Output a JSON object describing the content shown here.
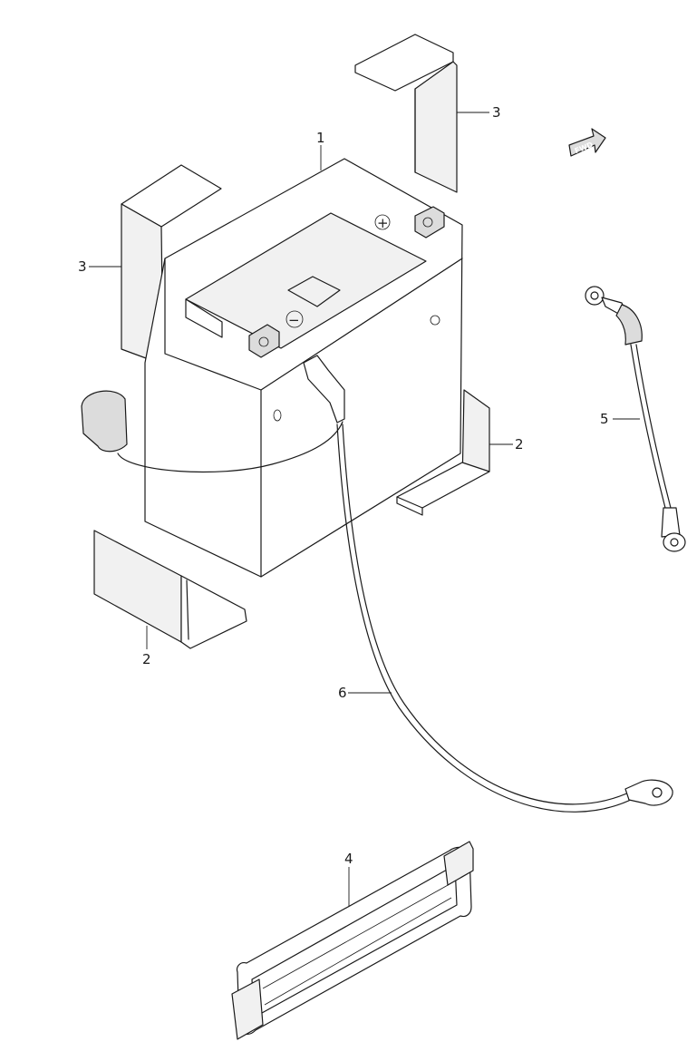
{
  "callouts": {
    "battery": "1",
    "holder_bottom_right": "2",
    "holder_bottom_left": "2",
    "cover_top_right": "3",
    "cover_left": "3",
    "band": "4",
    "lead_short": "5",
    "lead_long": "6"
  },
  "fwd_label": "FWD",
  "terminal_symbols": {
    "positive": "+",
    "negative": "−"
  },
  "icons": {
    "fwd_arrow": "fwd-arrow-icon"
  }
}
